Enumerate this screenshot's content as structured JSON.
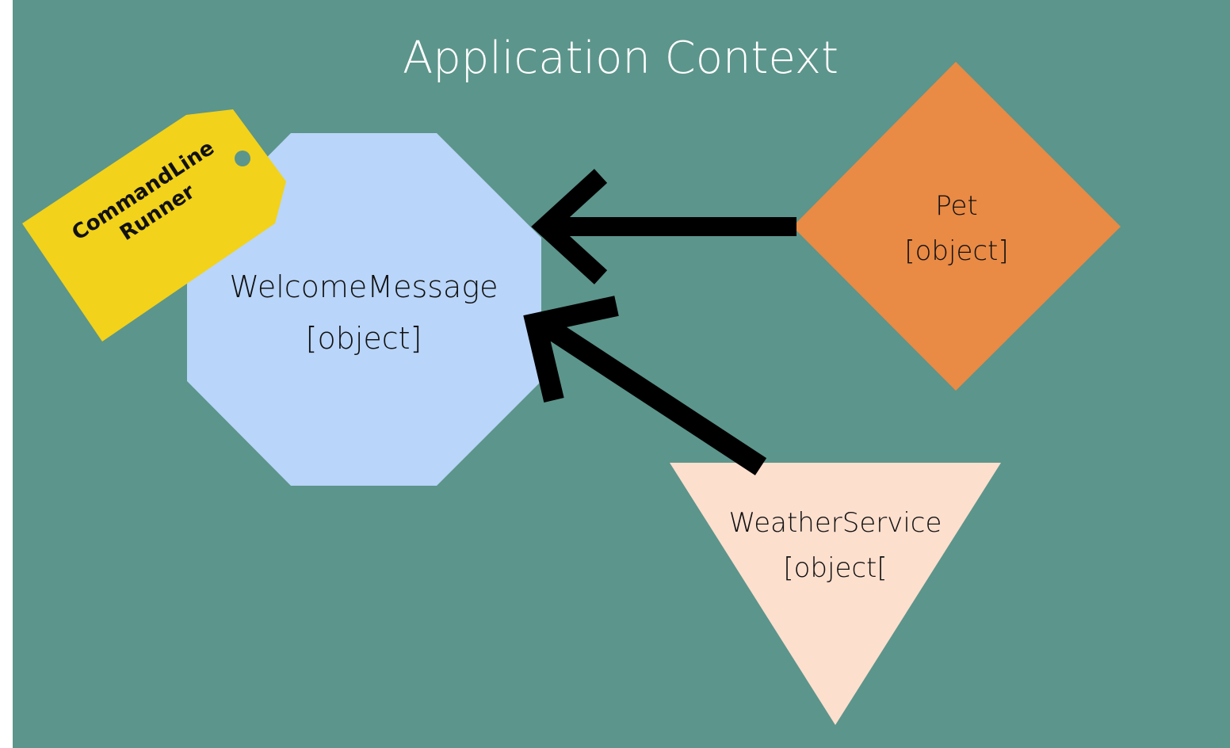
{
  "title": "Application Context",
  "nodes": {
    "welcome": {
      "name": "WelcomeMessage",
      "type": "[object]"
    },
    "pet": {
      "name": "Pet",
      "type": "[object]"
    },
    "weather": {
      "name": "WeatherService",
      "type": "[object["
    }
  },
  "tag": {
    "line1": "CommandLine",
    "line2": "Runner"
  },
  "colors": {
    "background": "#5c958b",
    "welcome": "#b9d5f9",
    "pet": "#e98a45",
    "weather": "#fddfce",
    "tag": "#f2d21a",
    "arrow": "#000000"
  },
  "edges": [
    {
      "from": "Pet",
      "to": "WelcomeMessage"
    },
    {
      "from": "WeatherService",
      "to": "WelcomeMessage"
    }
  ]
}
